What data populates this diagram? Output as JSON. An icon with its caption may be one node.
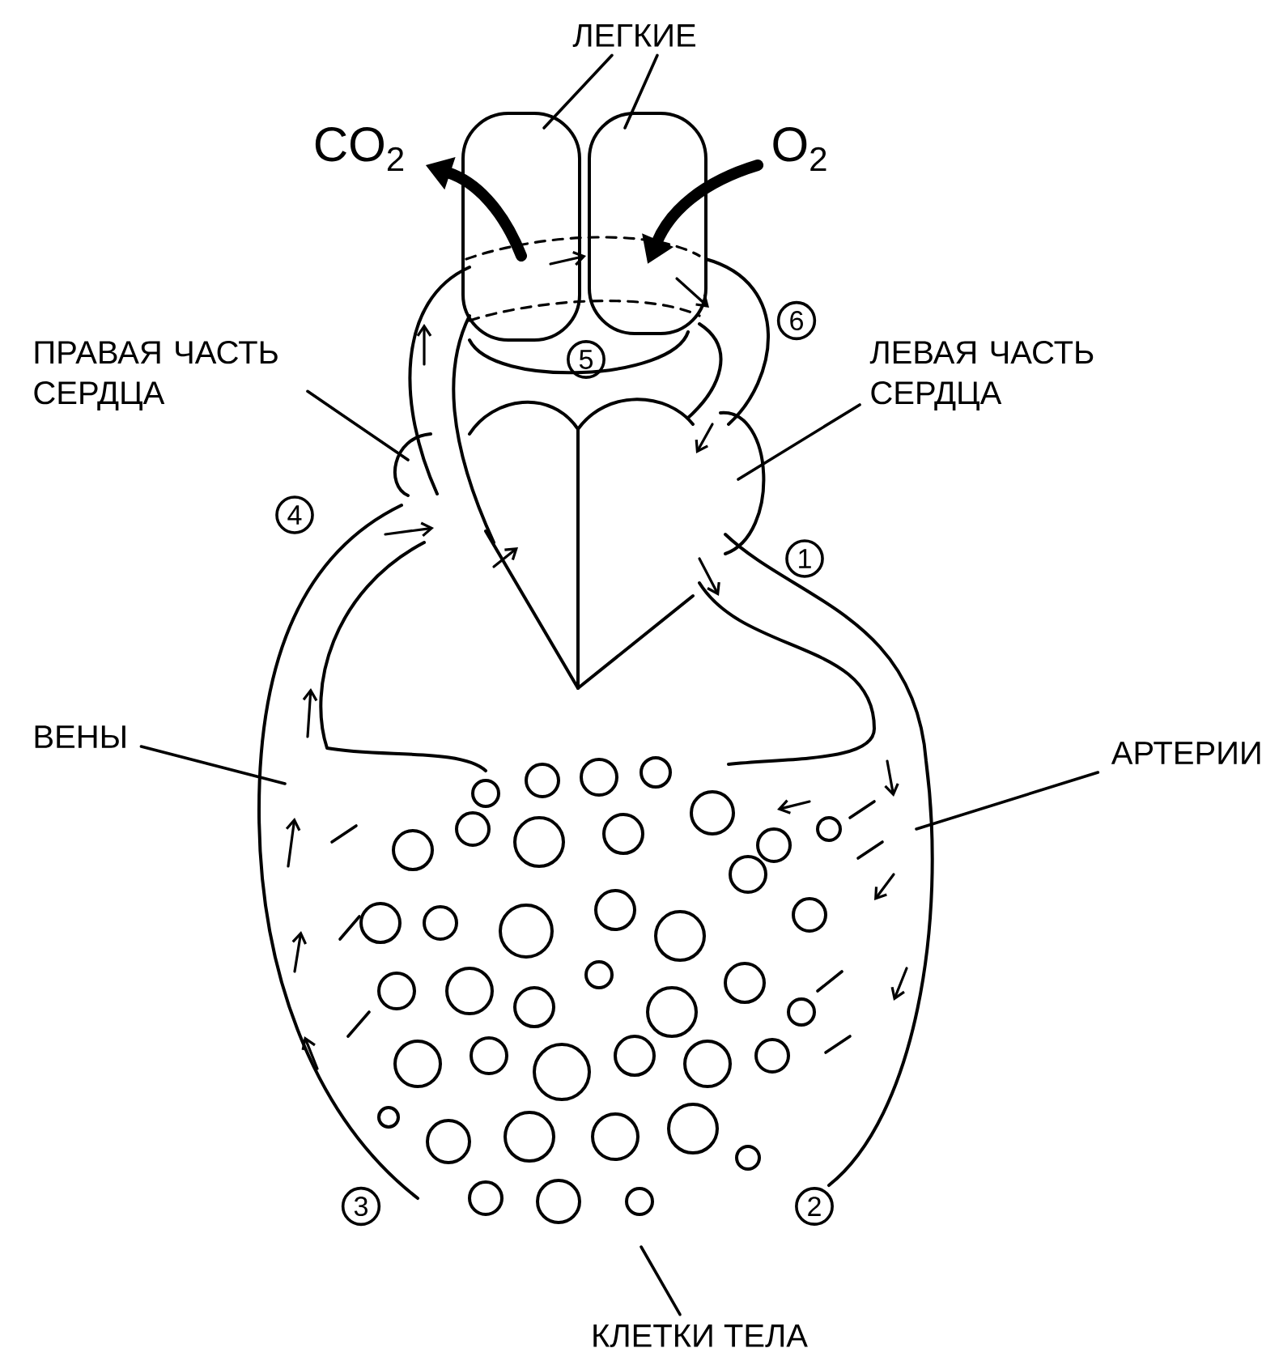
{
  "diagram": {
    "nodes": [
      {
        "text": [
          "ЛЕГКИЕ"
        ]
      },
      {
        "text": [
          "CO$_{2}$"
        ]
      },
      {
        "text": [],
        "shape": "picture"
      },
      {
        "text": [],
        "shape": "picture"
      },
      {
        "text": [
          "O$_{2}$"
        ]
      },
      {
        "text": [
          "ПРАВАЯ ЧАСТЬ СЕРДЦА"
        ]
      },
      {
        "text": [
          "5"
        ]
      },
      {
        "text": [
          "6"
        ]
      },
      {
        "text": [
          "ЛЕВАЯ ЧАСТЬ СЕРДЦА"
        ]
      },
      {
        "text": [
          "4"
        ]
      },
      {
        "text": [
          "1"
        ]
      },
      {
        "text": [
          "ВЕНЫ"
        ]
      },
      {
        "text": [
          "АРТЕРИИ"
        ]
      },
      {
        "text": [
          "3"
        ]
      },
      {
        "text": [
          "2"
        ]
      },
      {
        "text": [
          "КЛЕТКИ ТЕЛА"
        ]
      }
    ],
    "edges": [
      {
        "from": 0,
        "to": 2,
        "arrow": "none"
      },
      {
        "from": 0,
        "to": 3,
        "arrow": "none"
      },
      {
        "from": 2,
        "to": 1,
        "arrow": "to",
        "style": "thick"
      },
      {
        "from": 4,
        "to": 3,
        "arrow": "to",
        "style": "thick"
      },
      {
        "from": 5,
        "to": null,
        "arrow": "none"
      },
      {
        "from": 8,
        "to": null,
        "arrow": "none"
      },
      {
        "from": 11,
        "to": null,
        "arrow": "none"
      },
      {
        "from": 12,
        "to": null,
        "arrow": "none"
      },
      {
        "from": 15,
        "to": null,
        "arrow": "none"
      }
    ]
  }
}
